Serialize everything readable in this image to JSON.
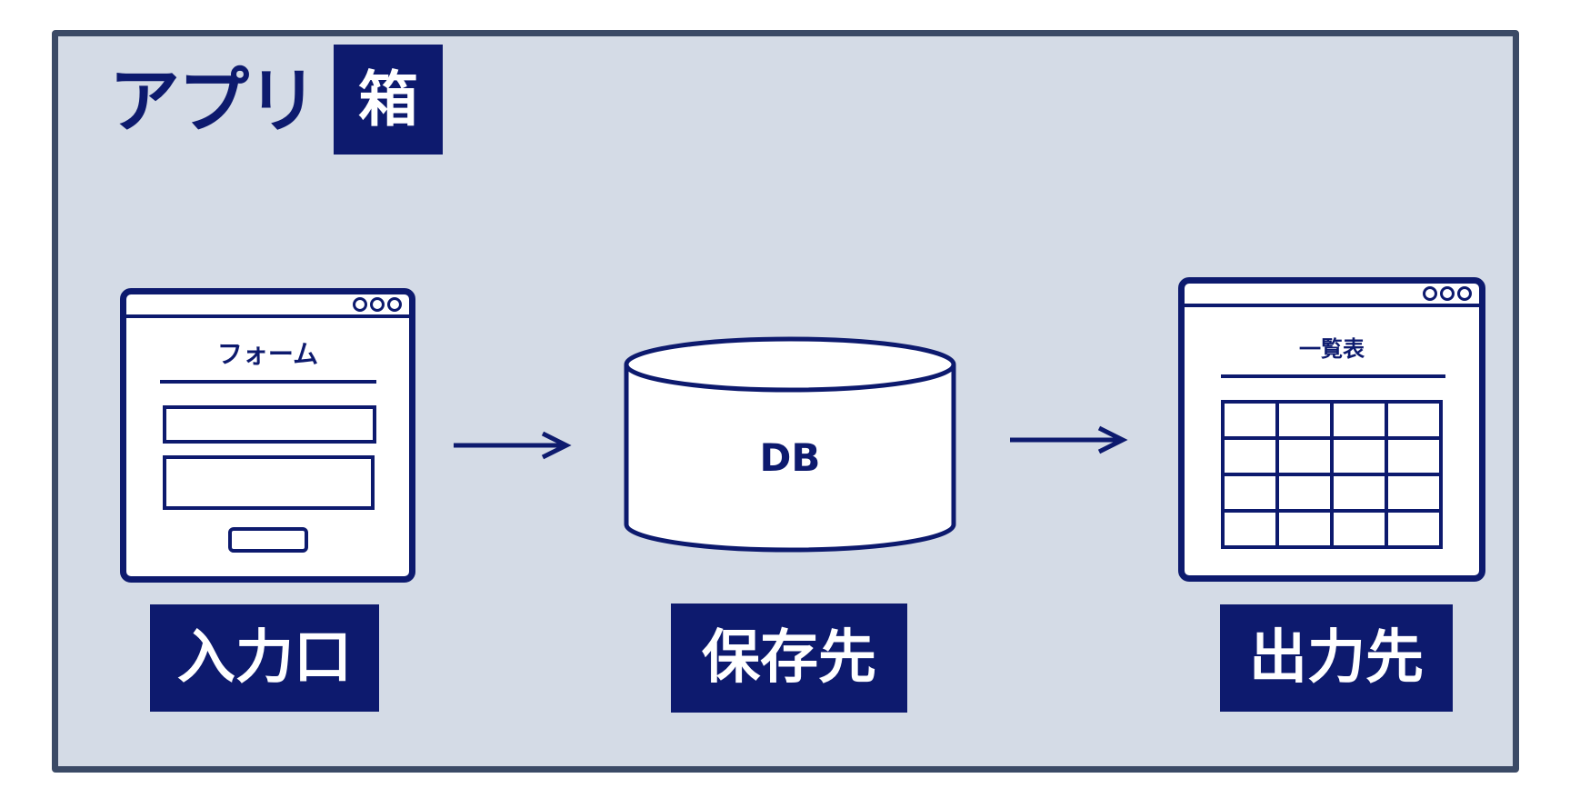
{
  "app": {
    "title": "アプリ",
    "box_label": "箱"
  },
  "input": {
    "window_heading": "フォーム",
    "caption": "入力口"
  },
  "storage": {
    "db_label": "DB",
    "caption": "保存先"
  },
  "output": {
    "window_heading": "一覧表",
    "caption": "出力先"
  },
  "colors": {
    "navy": "#0d1a6e",
    "frame_border": "#3b4a66",
    "frame_fill": "#d4dbe6"
  }
}
